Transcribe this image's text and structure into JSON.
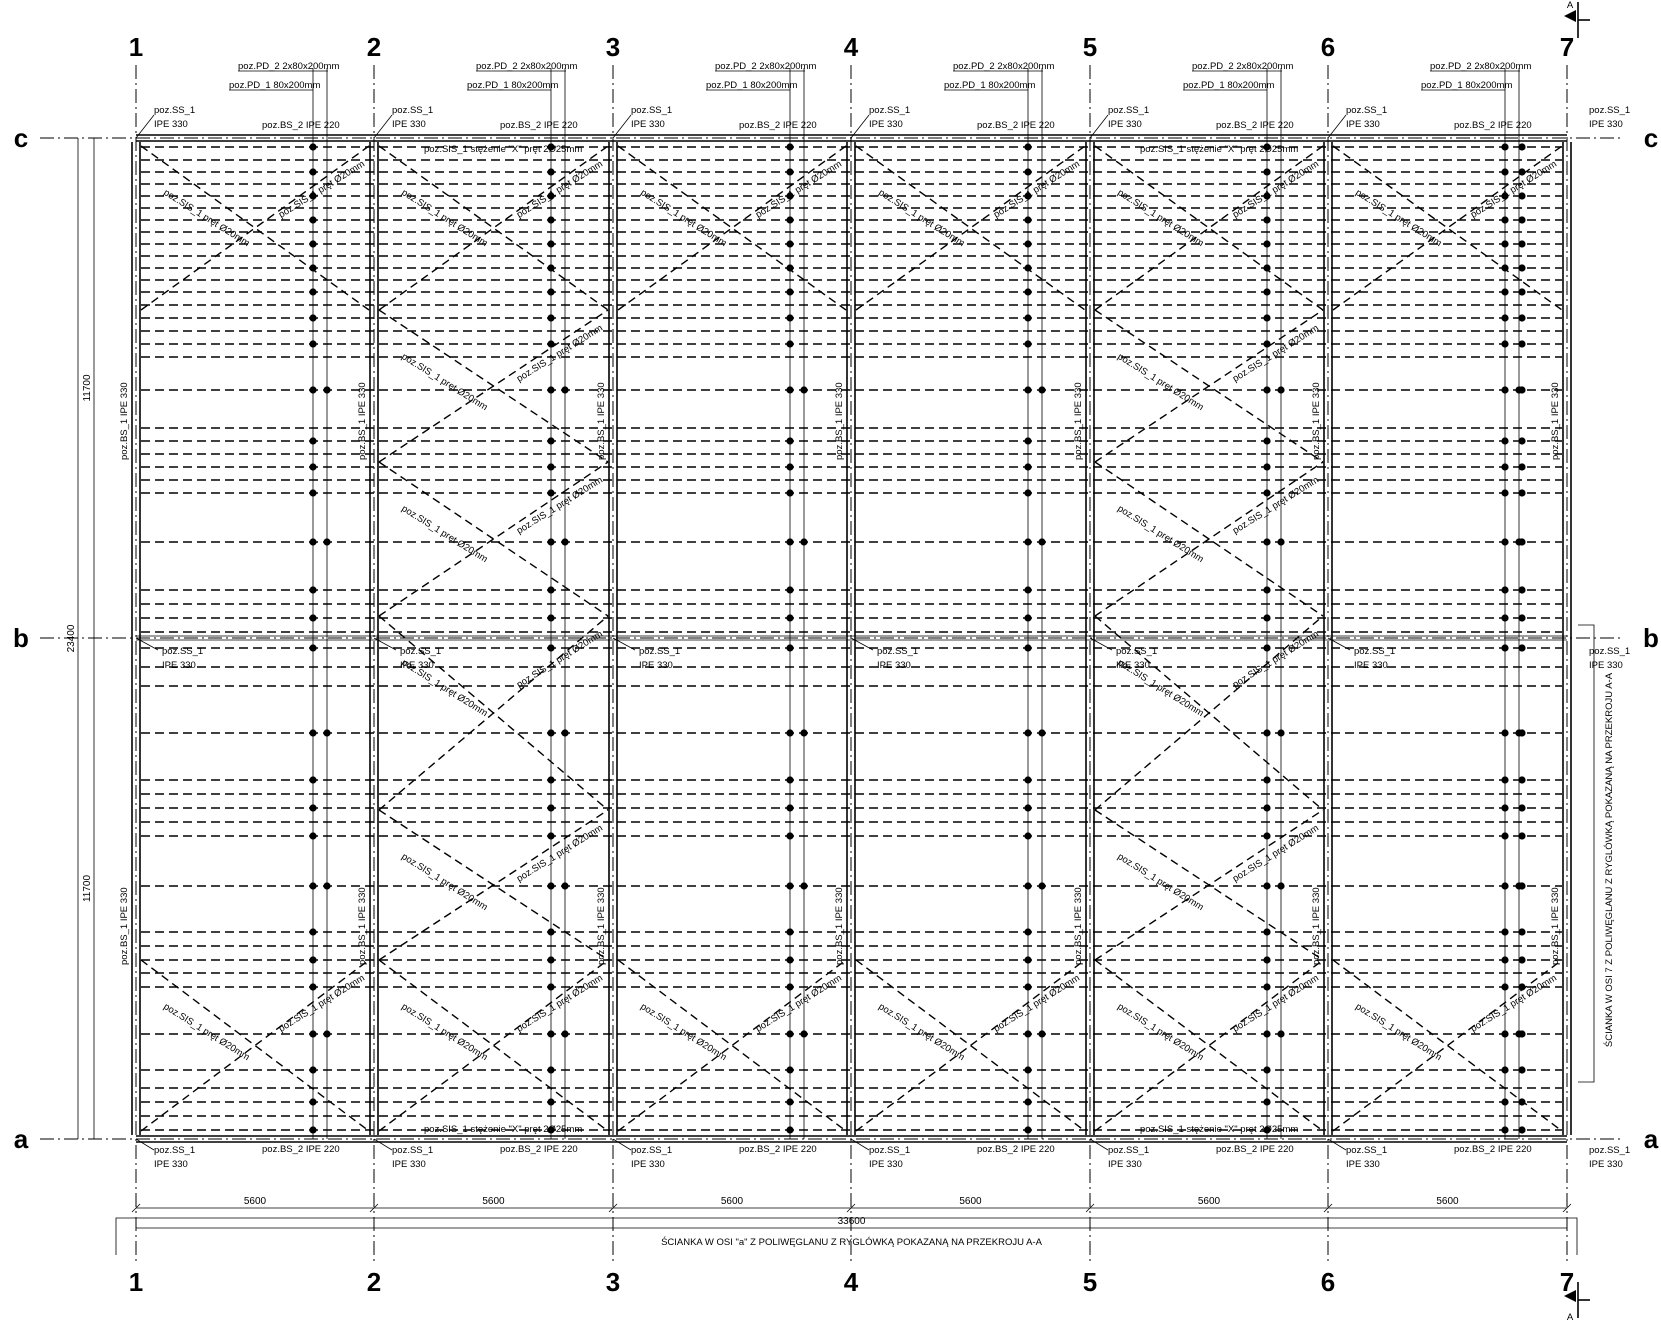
{
  "axes": {
    "columns": [
      "1",
      "2",
      "3",
      "4",
      "5",
      "6",
      "7"
    ],
    "rows": [
      "c",
      "b",
      "a"
    ],
    "section_marker": "A"
  },
  "labels": {
    "pd2": "poz.PD_2  2x80x200mm",
    "pd1": "poz.PD_1  80x200mm",
    "ss1": "poz.SS_1",
    "ipe330": "IPE 330",
    "bs2": "poz.BS_2  IPE 220",
    "bs1": "poz.BS_1  IPE 330",
    "sis1": "poz.SIS_1  pręt Ø20mm",
    "bracing_x": "poz.SIS_1 stężenie \"X\"  pręt 2Ø25mm"
  },
  "dimensions": {
    "bays": [
      "5600",
      "5600",
      "5600",
      "5600",
      "5600",
      "5600"
    ],
    "total_width": "33600",
    "rows": [
      "11700",
      "11700"
    ],
    "total_height": "23400"
  },
  "notes": {
    "bottom": "ŚCIANKA W OSI \"a\" Z POLIWĘGLANU Z RYGLÓWKĄ POKAZANĄ NA PRZEKROJU A-A",
    "right": "ŚCIANKA W OSI 7 Z POLIWĘGLANU Z RYGLÓWKĄ POKAZANĄ NA PRZEKROJU A-A"
  }
}
